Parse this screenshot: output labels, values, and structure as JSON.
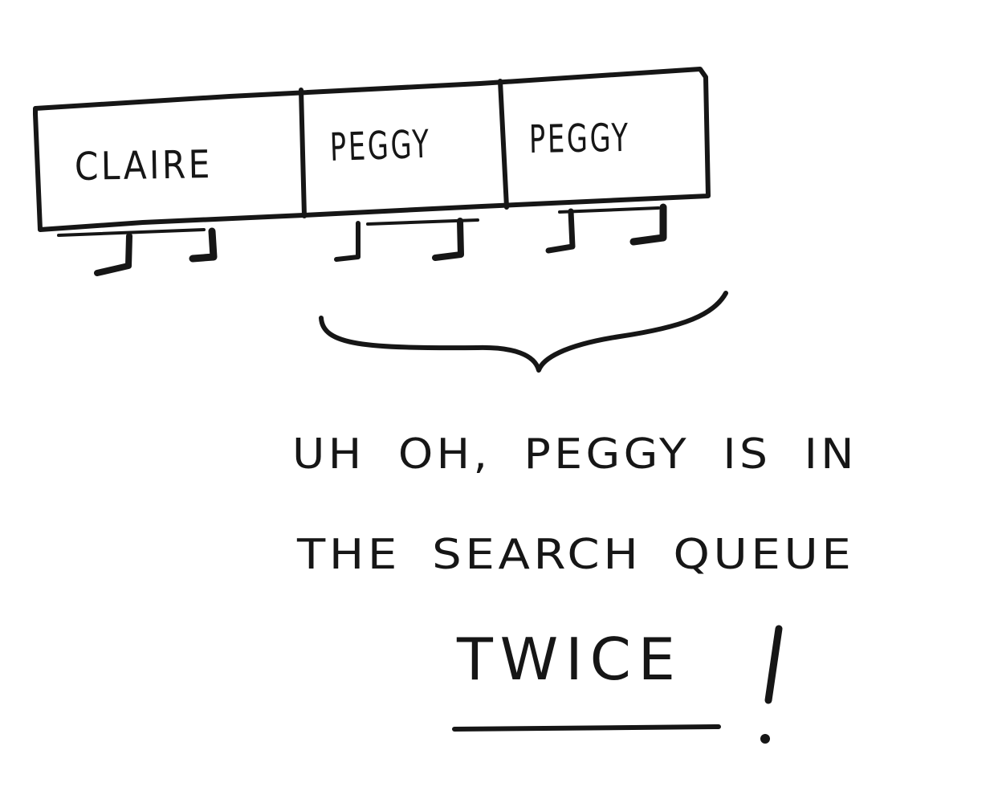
{
  "queue": {
    "slots": [
      {
        "name": "CLAIRE"
      },
      {
        "name": "PEGGY"
      },
      {
        "name": "PEGGY"
      }
    ]
  },
  "caption": {
    "line1": "UH OH, PEGGY IS IN",
    "line2": "THE SEARCH QUEUE",
    "emphasis": "TWICE",
    "exclaim": "!"
  },
  "colors": {
    "ink": "#161616",
    "paper": "#ffffff"
  }
}
